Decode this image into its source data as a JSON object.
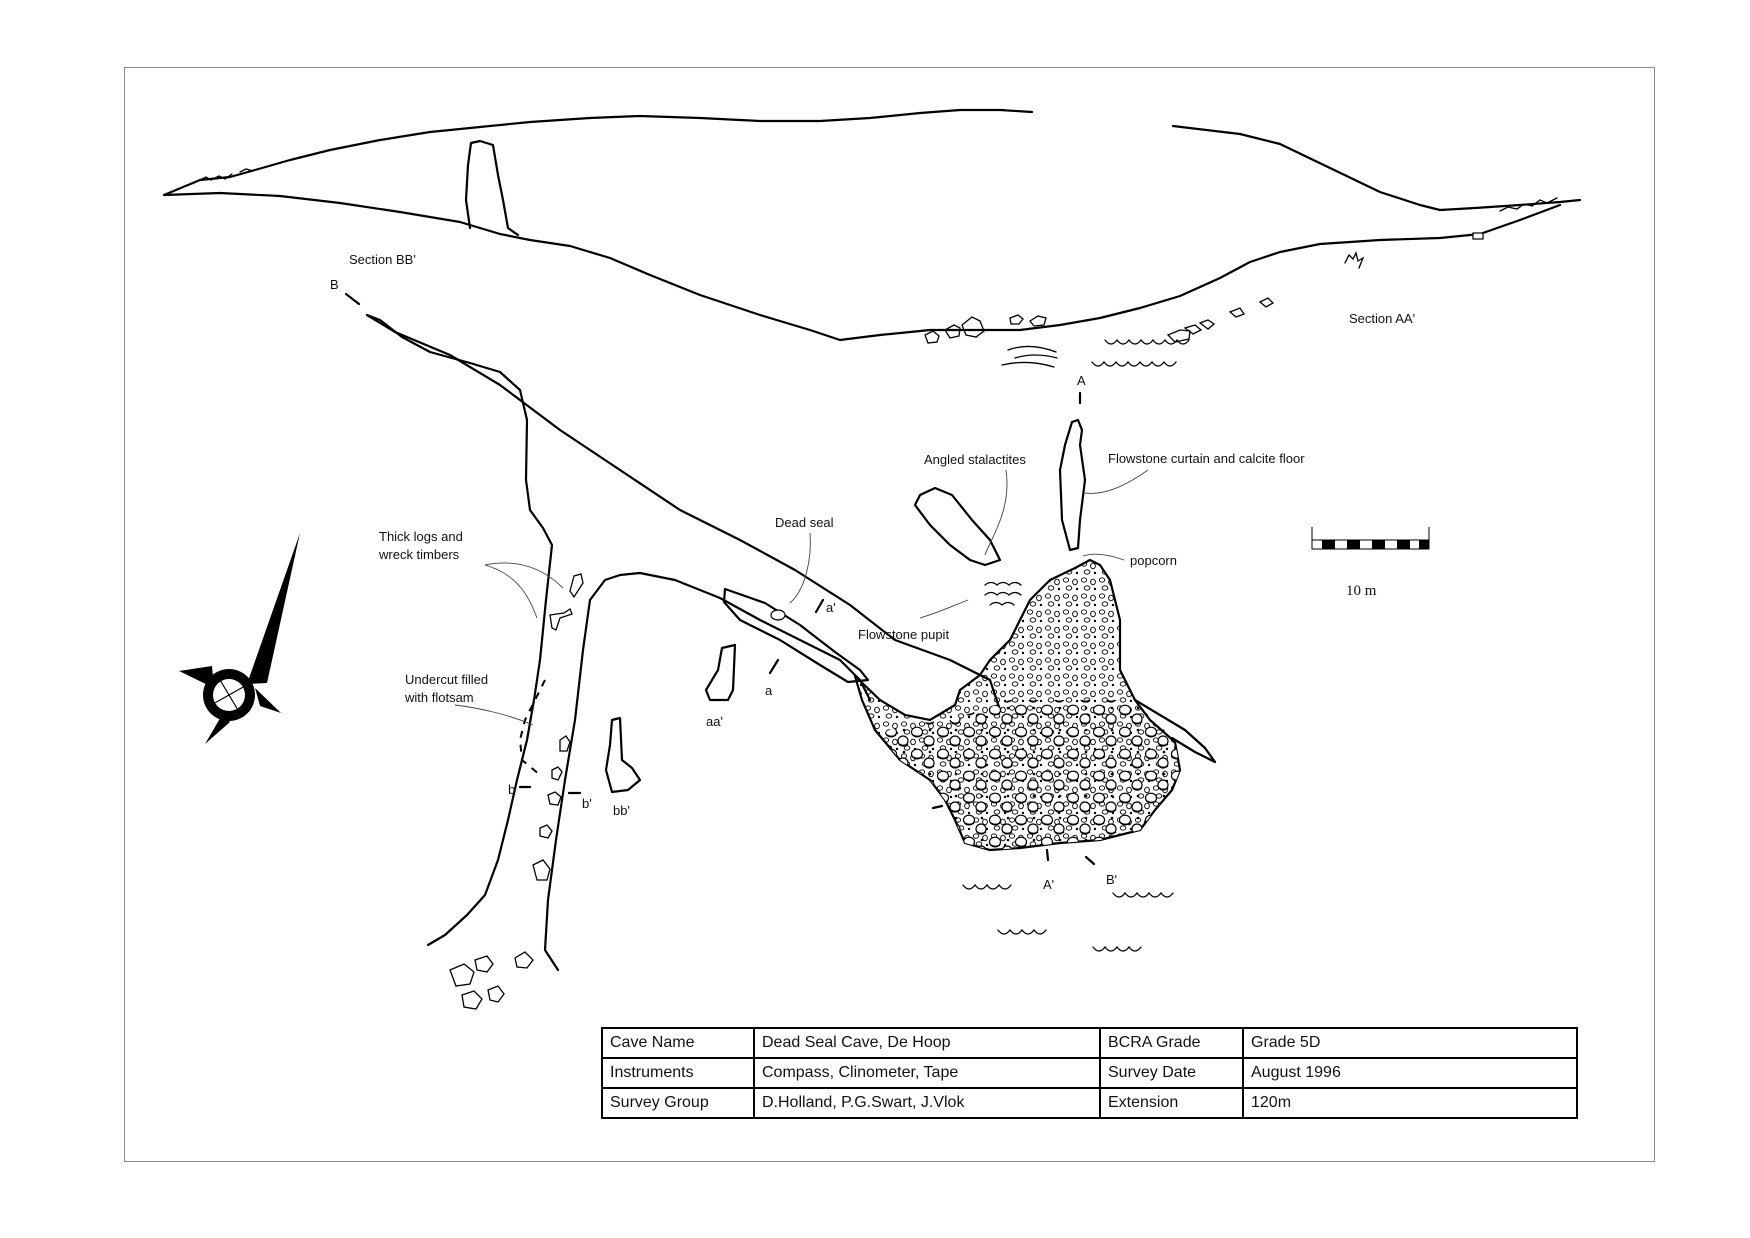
{
  "labels": {
    "section_bb": "Section BB'",
    "section_aa": "Section AA'",
    "point_b": "B",
    "point_a": "A",
    "point_a_prime": "A'",
    "point_b_prime": "B'",
    "angled_stalactites": "Angled stalactites",
    "flowstone_curtain": "Flowstone curtain and calcite floor",
    "popcorn": "popcorn",
    "dead_seal": "Dead seal",
    "thick_logs_line1": "Thick logs and",
    "thick_logs_line2": "wreck timbers",
    "flowstone_pupit": "Flowstone pupit",
    "undercut_line1": "Undercut filled",
    "undercut_line2": "with flotsam",
    "cs_a": "a",
    "cs_a_prime": "a'",
    "cs_aa": "aa'",
    "cs_b": "b",
    "cs_b_prime": "b'",
    "cs_bb": "bb'"
  },
  "scale_bar": {
    "label": "10 m"
  },
  "info_table": {
    "rows": [
      {
        "k1": "Cave Name",
        "v1": "Dead Seal Cave, De Hoop",
        "k2": "BCRA Grade",
        "v2": "Grade 5D"
      },
      {
        "k1": "Instruments",
        "v1": "Compass, Clinometer, Tape",
        "k2": "Survey Date",
        "v2": "August 1996"
      },
      {
        "k1": "Survey Group",
        "v1": "D.Holland, P.G.Swart, J.Vlok",
        "k2": "Extension",
        "v2": "120m"
      }
    ]
  }
}
